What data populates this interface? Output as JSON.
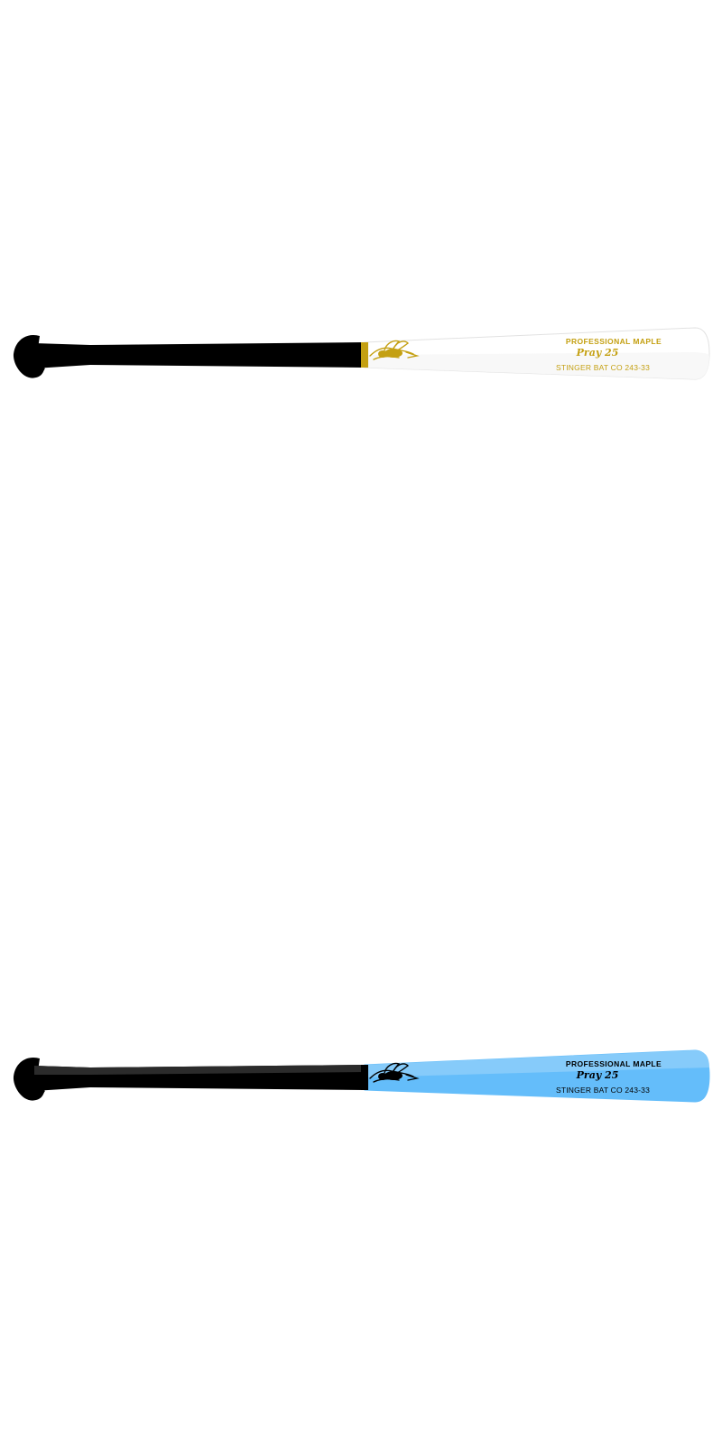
{
  "bats": [
    {
      "id": "bat-top",
      "handle_color": "#000000",
      "knob_color": "#000000",
      "barrel_color": "#ffffff",
      "barrel_shade_color": "#f7f7f7",
      "barrel_outline_color": "#e2e2e2",
      "ring_color": "#c4a012",
      "engraving_color": "#c4a012",
      "logo_icon": "bee-logo-icon",
      "wood_label": "PROFESSIONAL MAPLE",
      "model_label": "Pray 25",
      "company_label": "STINGER BAT CO 243-33"
    },
    {
      "id": "bat-bottom",
      "handle_color": "#000000",
      "knob_color": "#000000",
      "barrel_color": "#64bdfa",
      "barrel_shade_color": "#86cbfa",
      "barrel_outline_color": "#64bdfa",
      "ring_color": "#000000",
      "engraving_color": "#000000",
      "logo_icon": "bee-logo-icon",
      "wood_label": "PROFESSIONAL MAPLE",
      "model_label": "Pray 25",
      "company_label": "STINGER BAT CO 243-33"
    }
  ]
}
